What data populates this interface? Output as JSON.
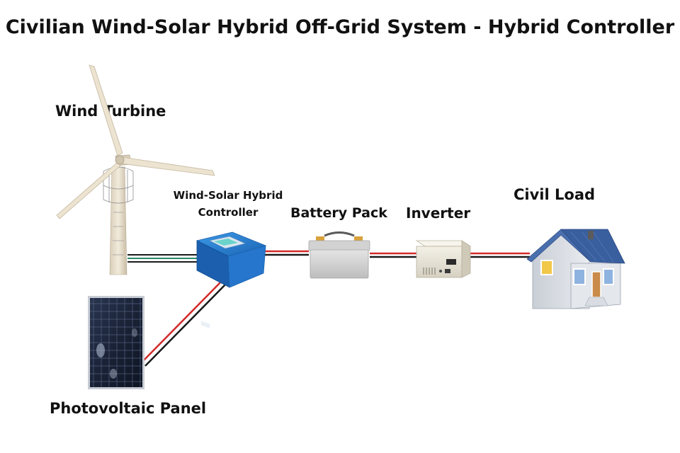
{
  "title": "Civilian Wind-Solar Hybrid Off-Grid System - Hybrid Controller",
  "labels": {
    "wind_turbine": "Wind Turbine",
    "controller": "Wind-Solar Hybrid Controller",
    "battery_pack": "Battery Pack",
    "inverter": "Inverter",
    "civil_load": "Civil Load",
    "pv_panel": "Photovoltaic Panel"
  },
  "colors": {
    "controller_blue": "#1e73c8",
    "wire_red": "#d32a2a",
    "wire_black": "#1a1a1a",
    "roof_blue": "#3a5f9e",
    "turbine_beige": "#e6dcc8"
  }
}
